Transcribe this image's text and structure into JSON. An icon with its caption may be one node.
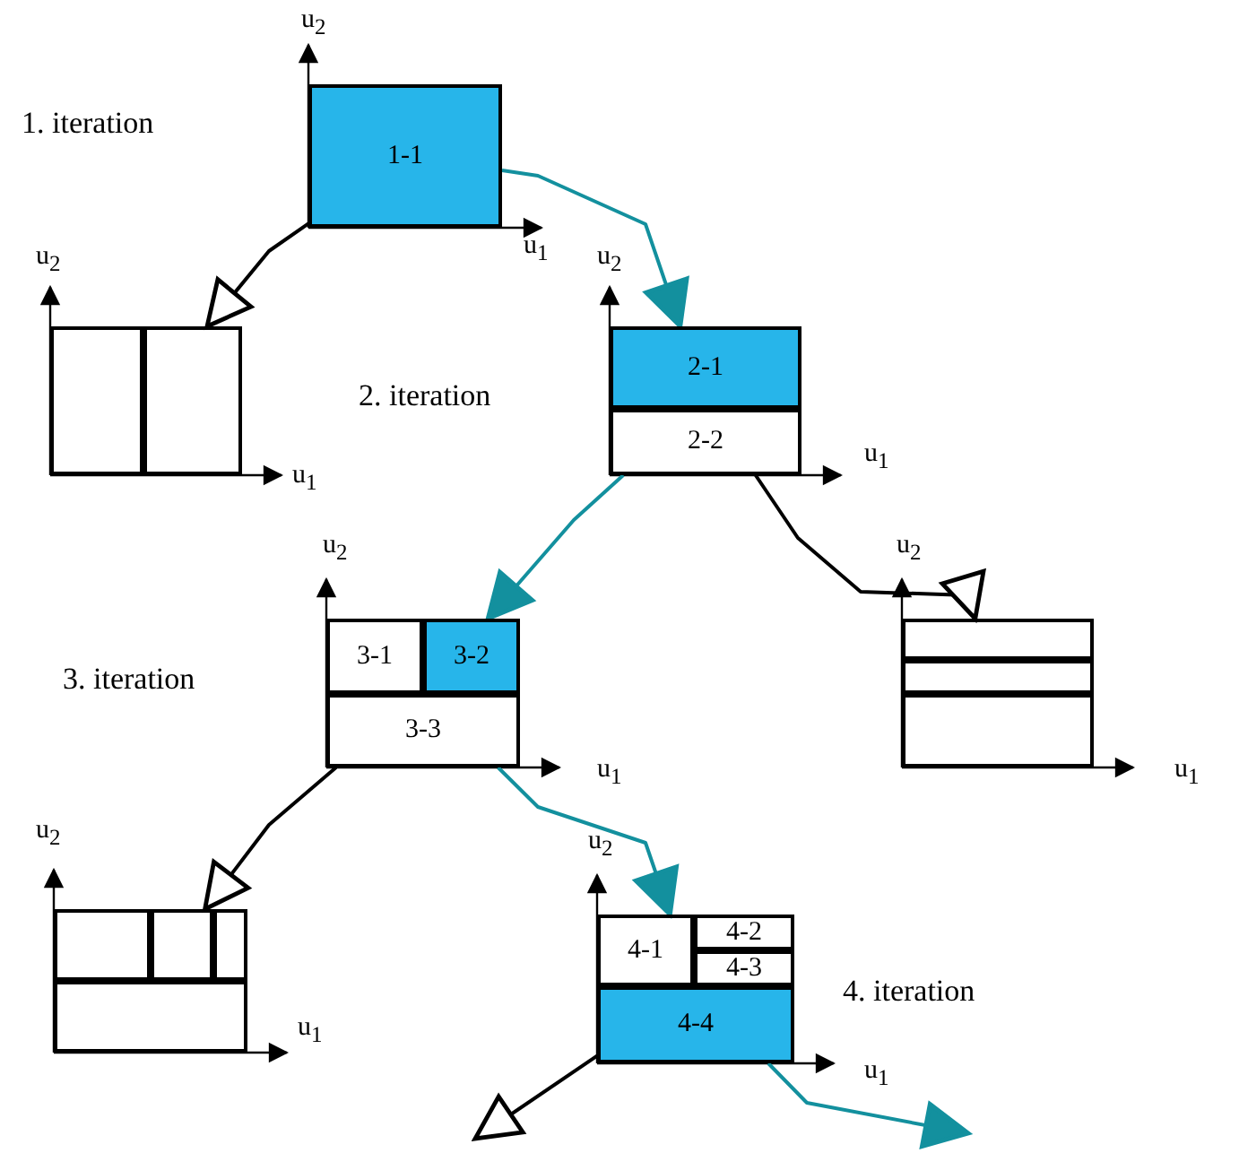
{
  "diagram": {
    "nodes": [
      {
        "text": [
          "1-1"
        ]
      },
      {
        "text": [],
        "shape": "box"
      },
      {
        "text": [],
        "shape": "box",
        "in": 1
      },
      {
        "text": [],
        "shape": "box",
        "in": 1
      },
      {
        "text": [],
        "shape": "box"
      },
      {
        "text": [
          "2-1"
        ],
        "in": 4
      },
      {
        "text": [
          "2-2"
        ],
        "in": 4
      },
      {
        "text": [],
        "shape": "box"
      },
      {
        "text": [
          "3-1"
        ],
        "in": 7
      },
      {
        "text": [
          "3-2"
        ],
        "in": 7
      },
      {
        "text": [
          "3-3"
        ],
        "in": 7
      },
      {
        "text": [],
        "shape": "box"
      },
      {
        "text": [],
        "shape": "box",
        "in": 11
      },
      {
        "text": [],
        "shape": "box",
        "in": 11
      },
      {
        "text": [],
        "shape": "box",
        "in": 11
      },
      {
        "text": [],
        "shape": "box"
      },
      {
        "text": [],
        "shape": "box",
        "in": 15
      },
      {
        "text": [],
        "shape": "box",
        "in": 15
      },
      {
        "text": [],
        "shape": "box",
        "in": 15
      },
      {
        "text": [],
        "shape": "box",
        "in": 15
      },
      {
        "text": [],
        "shape": "box"
      },
      {
        "text": [
          "4-1"
        ],
        "in": 20
      },
      {
        "text": [
          "4-2"
        ],
        "in": 20
      },
      {
        "text": [
          "4-3"
        ],
        "in": 20
      },
      {
        "text": [
          "4-4"
        ],
        "in": 20
      }
    ],
    "edges": [
      {
        "from": 0,
        "to": 1,
        "arrow": "to"
      },
      {
        "from": 0,
        "to": 4,
        "arrow": "to",
        "color": "#13909e"
      },
      {
        "from": 4,
        "to": 7,
        "arrow": "to",
        "color": "#13909e"
      },
      {
        "from": 4,
        "to": 11,
        "arrow": "to"
      },
      {
        "from": 7,
        "to": 15,
        "arrow": "to"
      },
      {
        "from": 7,
        "to": 20,
        "arrow": "to",
        "color": "#13909e"
      },
      {
        "from": 20,
        "to": null,
        "arrow": "to"
      },
      {
        "from": 20,
        "to": null,
        "arrow": "to",
        "color": "#13909e"
      }
    ],
    "labels": [
      "u$_{2}$",
      "1. iteration",
      "u$_{1}$",
      "u$_{2}$",
      "u$_{2}$",
      "2. iteration",
      "u$_{1}$",
      "u$_{1}$",
      "u$_{2}$",
      "u$_{2}$",
      "3. iteration",
      "u$_{1}$",
      "u$_{1}$",
      "u$_{2}$",
      "u$_{2}$",
      "4. iteration",
      "u$_{1}$",
      "u$_{1}$"
    ]
  }
}
